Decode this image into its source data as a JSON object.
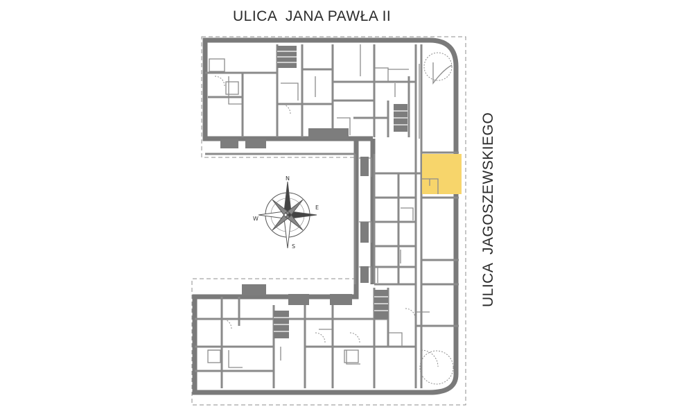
{
  "streets": {
    "top": "ULICA  JANA PAWŁA II",
    "right": "ULICA  JAGOSZEWSKIEGO"
  },
  "compass": {
    "north": "N",
    "south": "S",
    "east": "E",
    "west": "W"
  },
  "colors": {
    "highlight_unit": "#f7d56b",
    "walls": "#7a7a7a",
    "stairs": "#7d7d7d"
  }
}
